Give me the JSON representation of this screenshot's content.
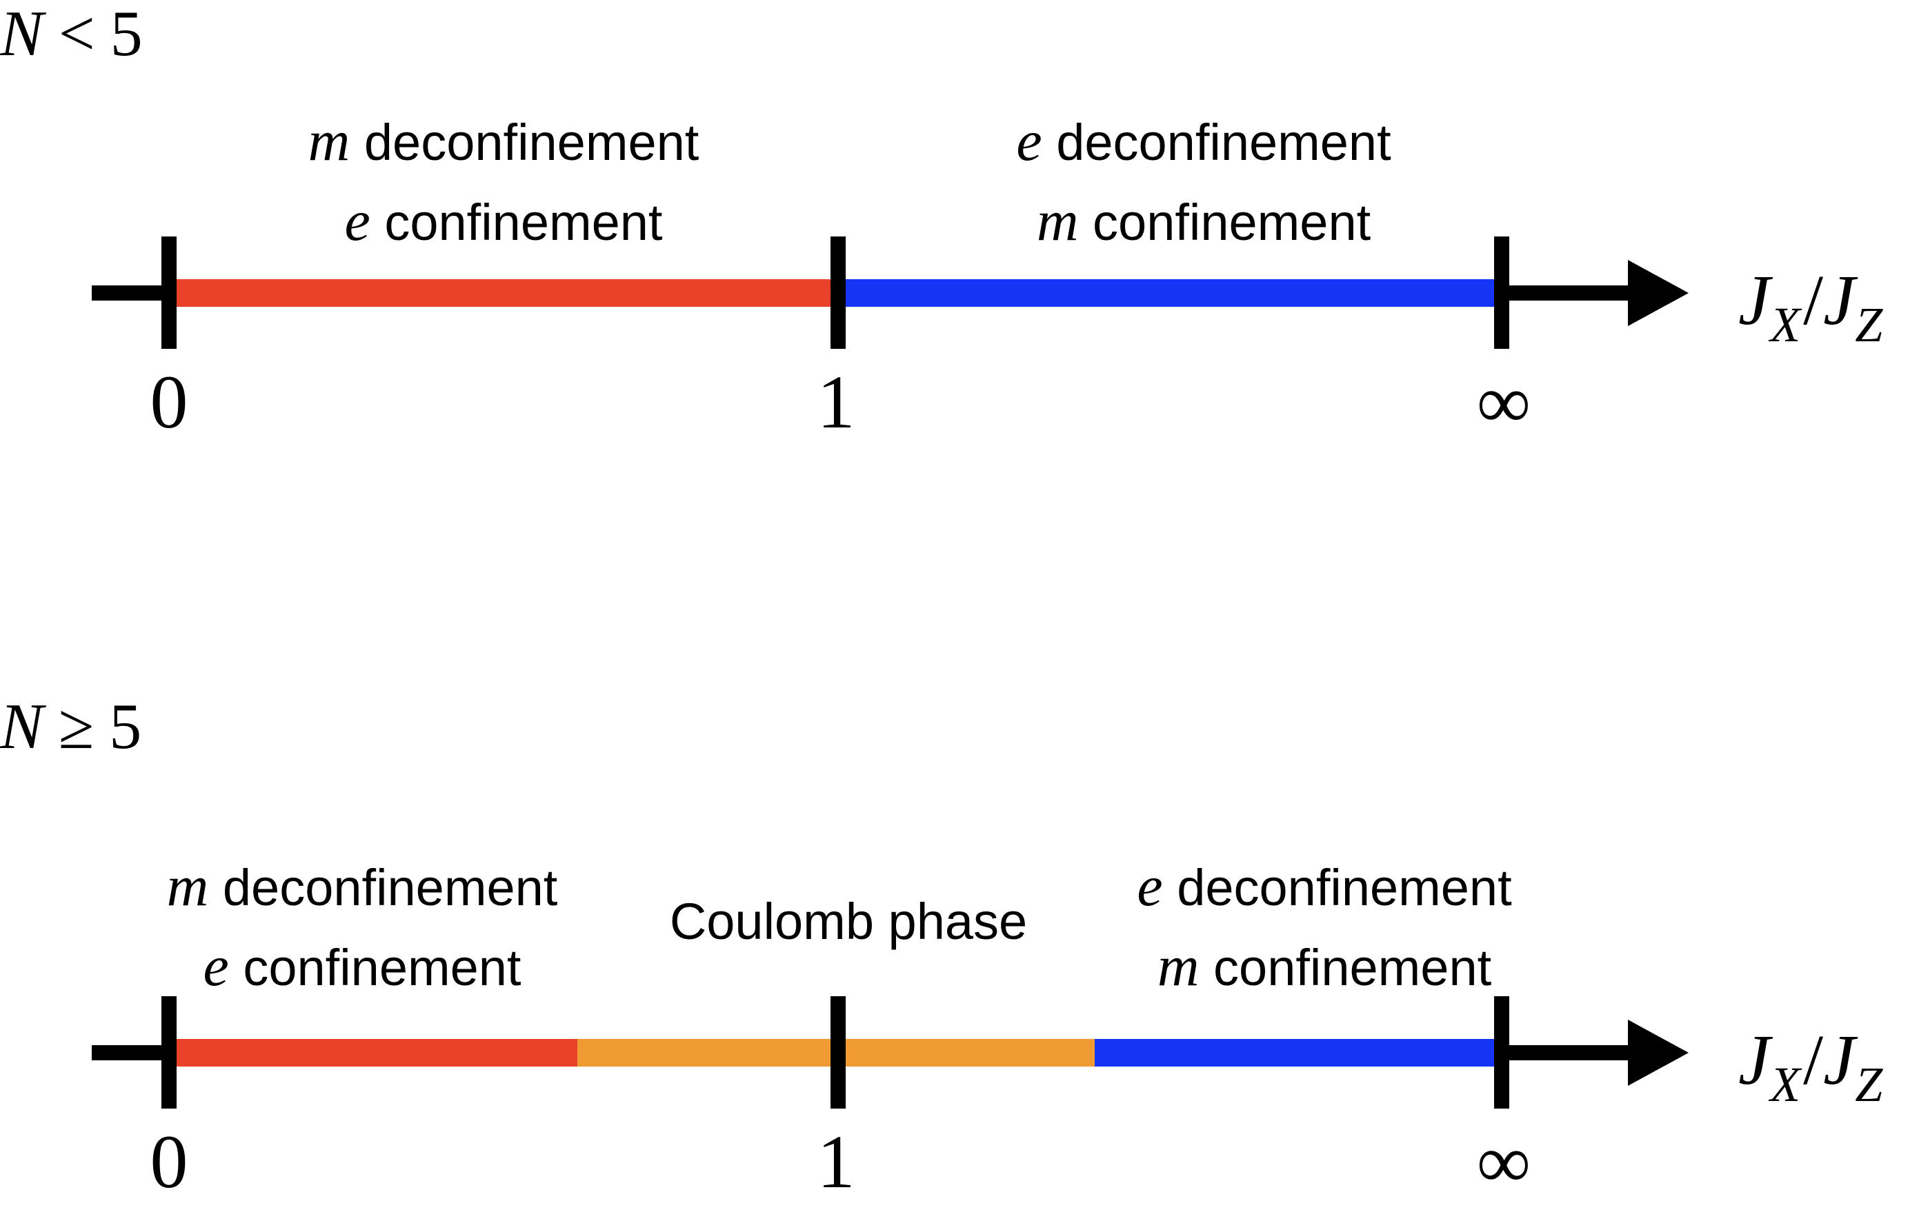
{
  "colors": {
    "m_deconfinement": "#E8422A",
    "coulomb_phase": "#F09A33",
    "e_deconfinement": "#1535F5",
    "axis": "#000000"
  },
  "axis_label": {
    "J": "J",
    "X": "X",
    "slash": "/",
    "Z": "Z"
  },
  "ticks": [
    "0",
    "1",
    "∞"
  ],
  "panels": [
    {
      "condition": {
        "var": "N",
        "rel": "<",
        "val": "5"
      },
      "segments": [
        {
          "kind": "m_deconfinement",
          "from": 0,
          "to": 1
        },
        {
          "kind": "e_deconfinement",
          "from": 1,
          "to": 2
        }
      ],
      "regions": [
        {
          "line1_symbol": "m",
          "line1_text": " deconfinement",
          "line2_symbol": "e",
          "line2_text": " confinement"
        },
        {
          "line1_symbol": "e",
          "line1_text": " deconfinement",
          "line2_symbol": "m",
          "line2_text": " confinement"
        }
      ]
    },
    {
      "condition": {
        "var": "N",
        "rel": "≥",
        "val": "5"
      },
      "segments": [
        {
          "kind": "m_deconfinement",
          "from": 0,
          "to": 0.615
        },
        {
          "kind": "coulomb_phase",
          "from": 0.615,
          "to": 1.39
        },
        {
          "kind": "e_deconfinement",
          "from": 1.39,
          "to": 2
        }
      ],
      "regions": [
        {
          "line1_symbol": "m",
          "line1_text": " deconfinement",
          "line2_symbol": "e",
          "line2_text": " confinement"
        },
        {
          "text": "Coulomb phase"
        },
        {
          "line1_symbol": "e",
          "line1_text": " deconfinement",
          "line2_symbol": "m",
          "line2_text": " confinement"
        }
      ]
    }
  ]
}
